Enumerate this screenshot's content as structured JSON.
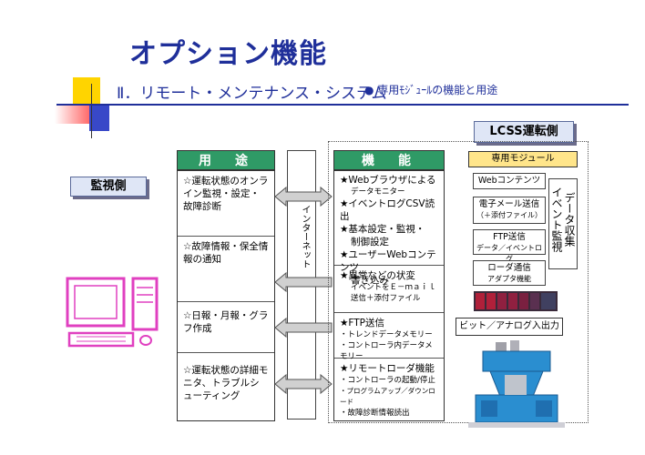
{
  "title": "オプション機能",
  "subtitle": "Ⅱ．リモート・メンテナンス・システム",
  "bullet": "● 専用ﾓｼﾞｭｰﾙの機能と用途",
  "lcss_label": "LCSS運転側",
  "monitor_label": "監視側",
  "internet_label": "インターネット",
  "usage": {
    "header": "用　途",
    "rows": [
      "☆運転状態のオンライン監視・設定・故障診断",
      "☆故障情報・保全情報の通知",
      "☆日報・月報・グラフ作成",
      "☆運転状態の詳細モニタ、トラブルシューティング"
    ]
  },
  "function": {
    "header": "機　能",
    "rows": [
      [
        "★Webブラウザによる",
        "データモニター",
        "★イベントログCSV読出",
        "★基本設定・監視・",
        "制御設定",
        "★ユーザーWebコンテンツ",
        "書き込み"
      ],
      [
        "★異常などの状変",
        "イベントをＥ－ｍａｉｌ",
        "送信＋添付ファイル"
      ],
      [
        "★FTP送信",
        "・トレンドデータメモリー",
        "・コントローラ内データメモリー"
      ],
      [
        "★リモートローダ機能",
        "・コントローラの起動/停止",
        "・プログラムアップ／ダウンロード",
        "・故障診断情報読出"
      ]
    ]
  },
  "module": {
    "header": "専用モジュール",
    "items": [
      [
        "Webコンテンツ"
      ],
      [
        "電子メール送信",
        "（＋添付ファイル）"
      ],
      [
        "FTP送信",
        "データ／イベントログ"
      ],
      [
        "ローダ通信",
        "アダプタ機能"
      ]
    ],
    "collect": [
      "データ収集",
      "イベント監視"
    ]
  },
  "io_label": "ビット／アナログ入出力",
  "colors": {
    "title": "#1f2f9a",
    "header_green": "#2f9a66",
    "label_bg": "#dfe6f6",
    "module_yellow": "#ffe58a",
    "computer_magenta": "#e040c0",
    "machine_blue": "#2a8ed0"
  }
}
